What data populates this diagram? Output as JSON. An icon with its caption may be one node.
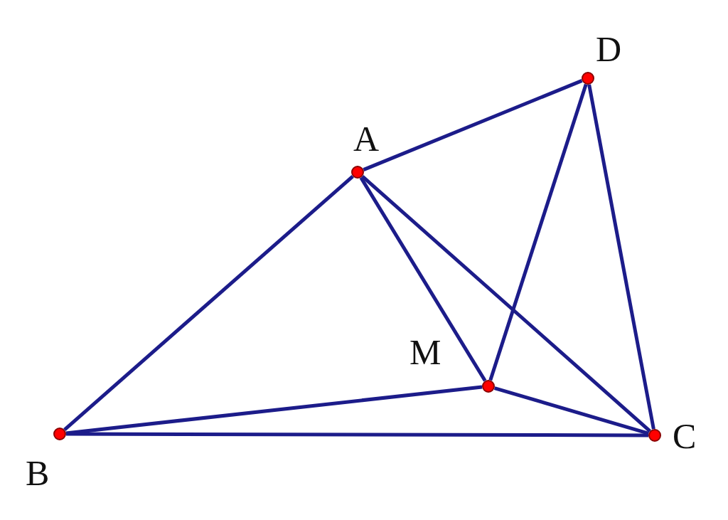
{
  "diagram": {
    "nodes": [
      {
        "text": [],
        "shape": "circle",
        "beside": [
          "D"
        ]
      },
      {
        "text": [],
        "shape": "circle",
        "beside": [
          "A"
        ]
      },
      {
        "text": [],
        "shape": "circle",
        "beside": [
          "M"
        ]
      },
      {
        "text": [],
        "shape": "circle",
        "beside": [
          "B"
        ]
      },
      {
        "text": [],
        "shape": "circle",
        "beside": [
          "C"
        ]
      }
    ],
    "edges": [
      {
        "from": 1,
        "to": 0,
        "arrow": "none"
      },
      {
        "from": 0,
        "to": 4,
        "arrow": "none"
      },
      {
        "from": 1,
        "to": 3,
        "arrow": "none"
      },
      {
        "from": 1,
        "to": 4,
        "arrow": "none"
      },
      {
        "from": 1,
        "to": 2,
        "arrow": "none"
      },
      {
        "from": 2,
        "to": 0,
        "arrow": "none"
      },
      {
        "from": 3,
        "to": 2,
        "arrow": "none"
      },
      {
        "from": 2,
        "to": 4,
        "arrow": "none"
      },
      {
        "from": 3,
        "to": 4,
        "arrow": "none"
      }
    ]
  }
}
